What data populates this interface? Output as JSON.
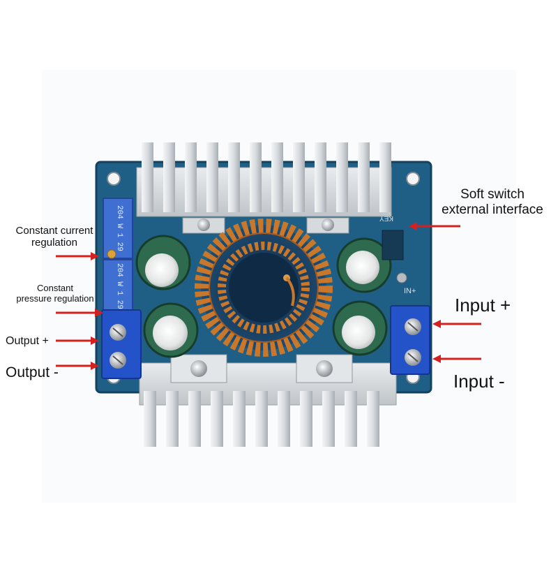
{
  "labels": {
    "constant_current": "Constant current\nregulation",
    "constant_pressure": "Constant\npressure regulation",
    "output_plus": "Output +",
    "output_minus": "Output -",
    "input_plus": "Input +",
    "input_minus": "Input -",
    "soft_switch": "Soft switch\nexternal interface"
  },
  "board_markings": {
    "pot_top": "204 W 1 29",
    "pot_bottom": "204 W 1 29",
    "key_pad": "KEY",
    "in_plus": "IN+"
  },
  "colors": {
    "pcb": "#1f5f86",
    "heatsink": "#d9dde0",
    "arrow": "#d52020",
    "coil": "#c9772b",
    "terminal": "#2352c9"
  }
}
